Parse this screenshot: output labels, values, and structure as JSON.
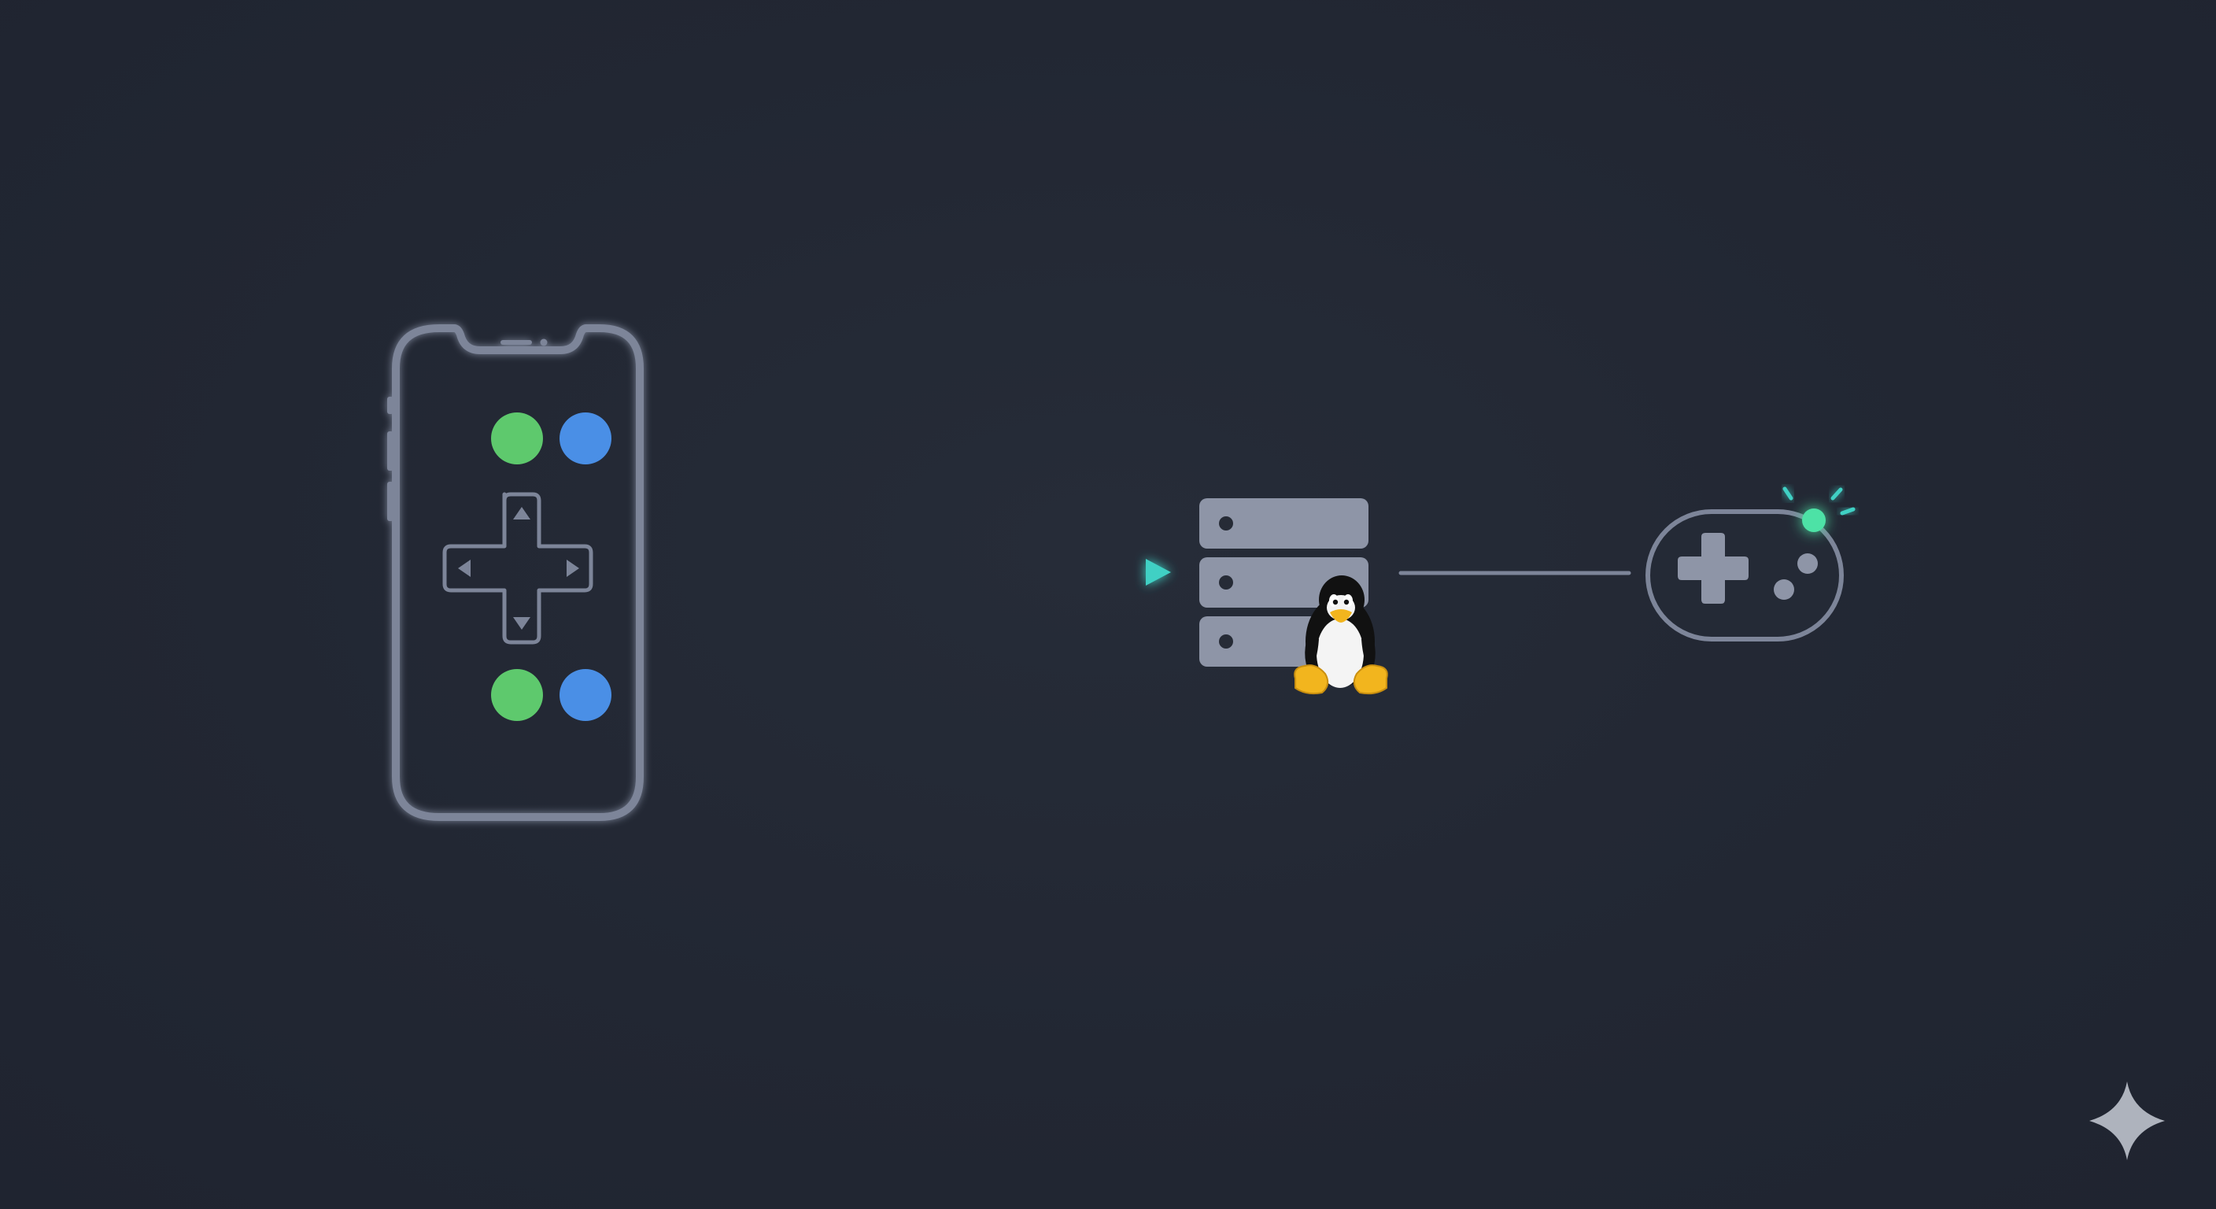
{
  "diagram": {
    "nodes": [
      {
        "id": "phone",
        "icon": "smartphone-gamepad-icon"
      },
      {
        "id": "server",
        "icon": "linux-server-icon"
      },
      {
        "id": "gamepad",
        "icon": "virtual-gamepad-icon"
      }
    ],
    "edges": [
      {
        "from": "phone",
        "to": "server",
        "style": "glowing-gradient-arrow"
      },
      {
        "from": "server",
        "to": "gamepad",
        "style": "plain-line"
      }
    ],
    "phone_buttons": {
      "top": [
        "green",
        "blue"
      ],
      "bottom": [
        "green",
        "blue"
      ],
      "dpad": "outline"
    },
    "gamepad_status": "active"
  },
  "colors": {
    "background": "#222733",
    "outline": "#7d8599",
    "server_rack": "#8e95a7",
    "server_led": "#262b36",
    "button_green": "#5ec96d",
    "button_blue": "#4a8fe6",
    "arrow_start": "#5fd47a",
    "arrow_end": "#3fd0c4",
    "gamepad_fill": "#242a36",
    "gamepad_cross": "#8e95a7",
    "status_light": "#4ee2a6",
    "penguin_body": "#111111",
    "penguin_belly": "#f4f4f4",
    "penguin_beak": "#f2b51e",
    "sparkle": "#aeb3bd"
  },
  "watermark": {
    "icon": "sparkle-icon"
  }
}
